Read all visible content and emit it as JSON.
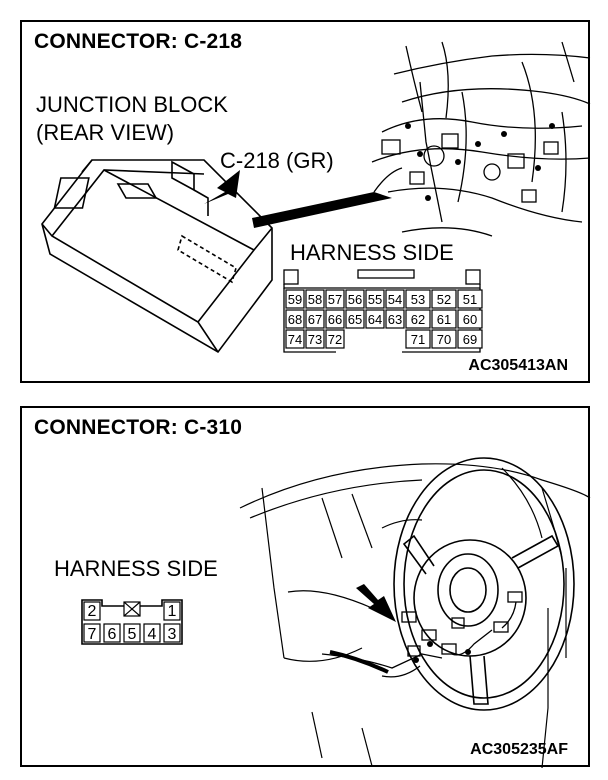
{
  "connector1": {
    "title": "CONNECTOR: C-218",
    "junction_label_line1": "JUNCTION BLOCK",
    "junction_label_line2": "(REAR VIEW)",
    "callout": "C-218 (GR)",
    "harness_label": "HARNESS SIDE",
    "pin_rows": [
      [
        "59",
        "58",
        "57",
        "56",
        "55",
        "54",
        "53",
        "52",
        "51"
      ],
      [
        "68",
        "67",
        "66",
        "65",
        "64",
        "63",
        "62",
        "61",
        "60"
      ],
      [
        "74",
        "73",
        "72",
        "",
        "",
        "",
        "71",
        "70",
        "69"
      ]
    ],
    "figure_code": "AC305413AN"
  },
  "connector2": {
    "title": "CONNECTOR: C-310",
    "harness_label": "HARNESS SIDE",
    "pin_top": [
      "2",
      "",
      "1"
    ],
    "pin_bottom": [
      "7",
      "6",
      "5",
      "4",
      "3"
    ],
    "figure_code": "AC305235AF"
  }
}
